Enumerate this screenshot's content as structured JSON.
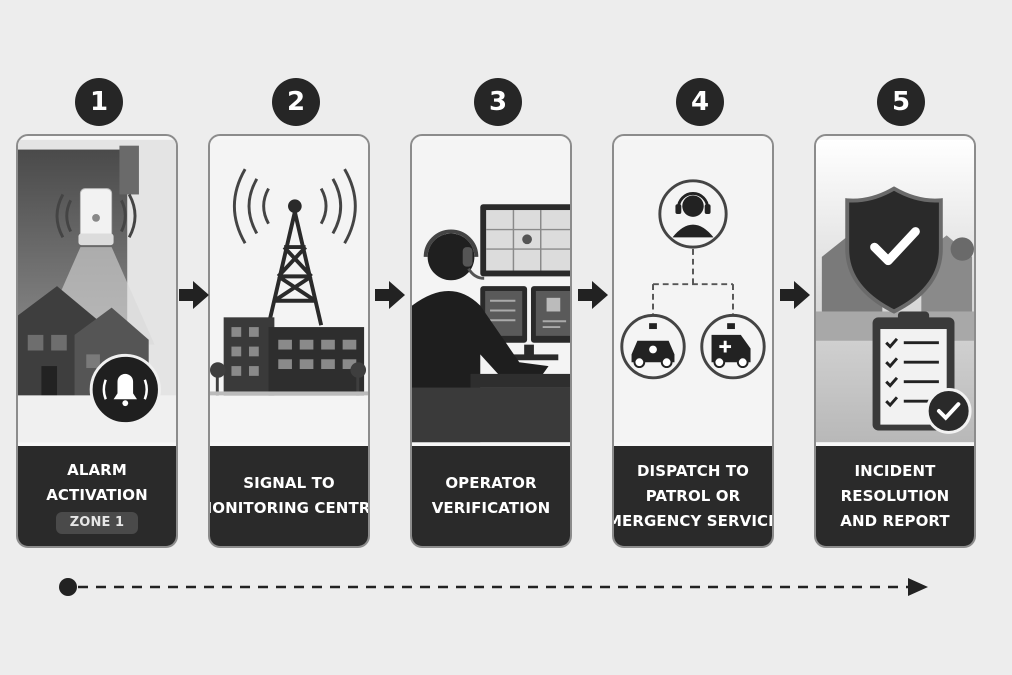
{
  "steps": [
    {
      "number": "1",
      "lines": [
        "ALARM",
        "ACTIVATION"
      ],
      "tag": "ZONE 1"
    },
    {
      "number": "2",
      "lines": [
        "SIGNAL TO",
        "MONITORING CENTRE"
      ]
    },
    {
      "number": "3",
      "lines": [
        "OPERATOR",
        "VERIFICATION"
      ]
    },
    {
      "number": "4",
      "lines": [
        "DISPATCH TO",
        "PATROL OR",
        "EMERGENCY SERVICES"
      ]
    },
    {
      "number": "5",
      "lines": [
        "INCIDENT",
        "RESOLUTION",
        "AND REPORT"
      ]
    }
  ],
  "colors": {
    "dark": "#262626",
    "background": "#ededed",
    "card_border": "#8c8c8c"
  },
  "icons": [
    "siren-sensor-icon",
    "bell-icon",
    "radio-tower-icon",
    "operator-headset-icon",
    "monitor-icon",
    "agent-icon",
    "police-car-icon",
    "ambulance-icon",
    "shield-check-icon",
    "clipboard-checklist-icon",
    "check-circle-icon"
  ]
}
